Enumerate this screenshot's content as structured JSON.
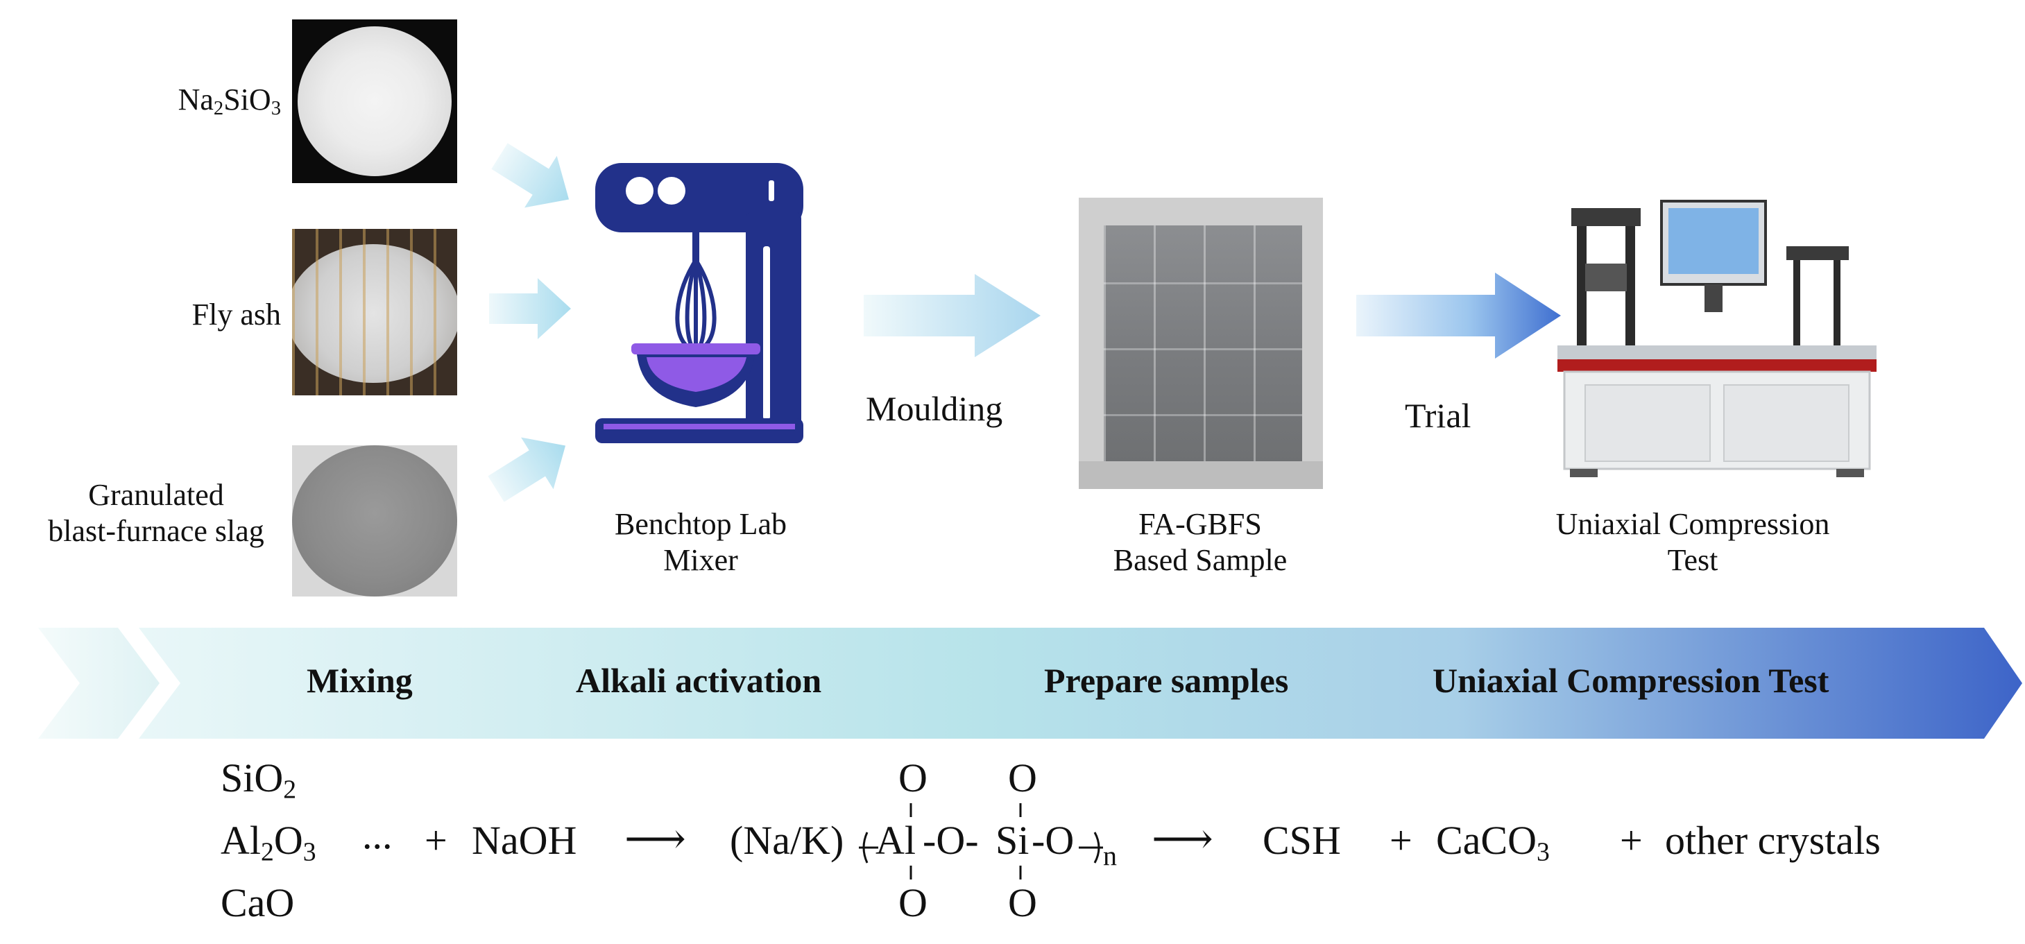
{
  "inputs": {
    "na2sio3": {
      "main": "Na",
      "s1": "2",
      "mid": "SiO",
      "s2": "3"
    },
    "fly_ash": "Fly ash",
    "slag_line1": "Granulated",
    "slag_line2": "blast-furnace slag"
  },
  "equipment": {
    "mixer_line1": "Benchtop Lab",
    "mixer_line2": "Mixer",
    "sample_line1": "FA-GBFS",
    "sample_line2": "Based Sample",
    "tester_line1": "Uniaxial Compression",
    "tester_line2": "Test"
  },
  "steps": {
    "moulding": "Moulding",
    "trial": "Trial"
  },
  "stages": [
    "Mixing",
    "Alkali activation",
    "Prepare samples",
    "Uniaxial Compression Test"
  ],
  "equation": {
    "r1": {
      "main": "SiO",
      "sub": "2"
    },
    "r2": {
      "a": "Al",
      "s1": "2",
      "b": "O",
      "s2": "3"
    },
    "r3": "CaO",
    "dots": "...",
    "plus": "+",
    "naoh": "NaOH",
    "arrow": "⟶",
    "prefix": "(Na/K)",
    "chain_al": "Al",
    "chain_o": "-O-",
    "chain_si": "Si",
    "chain_end": "-O",
    "oxygen": "O",
    "n": "n",
    "csh": "CSH",
    "caco3": {
      "main": "CaCO",
      "sub": "3"
    },
    "other": "other crystals"
  },
  "colors": {
    "arrow_light": "#d3eef4",
    "arrow_mid": "#9fd2ea",
    "arrow_dark": "#3f6fd0",
    "band_start": "#dff3f5",
    "band_mid": "#b8e3ea",
    "band_end": "#3d64c8",
    "mixer_blue": "#22318a",
    "mixer_purple": "#8f5ae6"
  }
}
